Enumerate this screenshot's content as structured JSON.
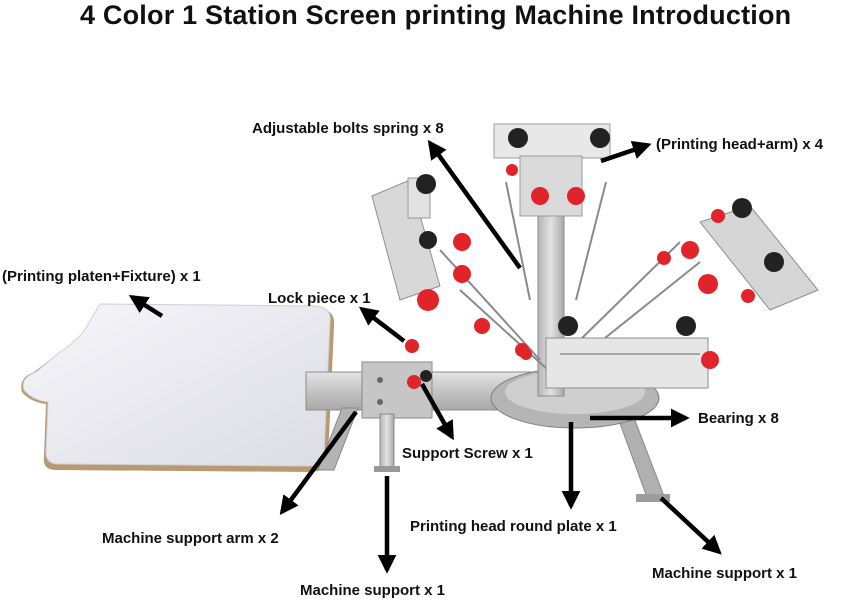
{
  "title": "4 Color 1 Station Screen printing Machine Introduction",
  "labels": {
    "adjustable_bolts_spring": "Adjustable bolts spring x 8",
    "printing_head_arm": "(Printing head+arm) x 4",
    "printing_platen_fixture": "(Printing platen+Fixture) x 1",
    "lock_piece": "Lock piece x 1",
    "bearing": "Bearing x 8",
    "support_screw": "Support Screw x 1",
    "printing_head_round_plate": "Printing head round plate x 1",
    "machine_support_arm": "Machine support arm x 2",
    "machine_support_center": "Machine support x 1",
    "machine_support_right": "Machine support x 1"
  },
  "colors": {
    "text": "#111111",
    "arrow": "#000000",
    "knob_red": "#e0242a",
    "knob_black": "#222222",
    "frame_metal": "#c9c9c9",
    "platen": "#ececf2"
  }
}
